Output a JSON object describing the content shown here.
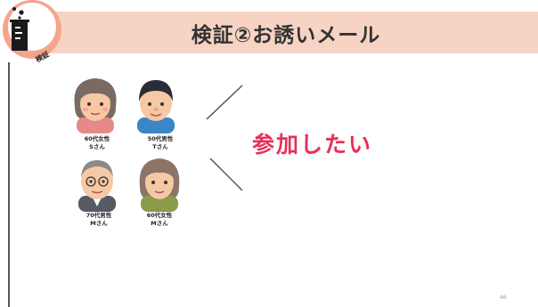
{
  "slide": {
    "title": "検証②お誘いメール",
    "badge_label": "検証",
    "response_text": "参加したい",
    "page_number": "46"
  },
  "people": [
    {
      "line1": "60代女性",
      "line2": "Sさん"
    },
    {
      "line1": "50代男性",
      "line2": "Tさん"
    },
    {
      "line1": "70代男性",
      "line2": "Mさん"
    },
    {
      "line1": "60代女性",
      "line2": "Mさん"
    }
  ],
  "colors": {
    "title_band": "#f7d3c4",
    "accent": "#e8305a",
    "badge_circle": "#f3a58b"
  }
}
